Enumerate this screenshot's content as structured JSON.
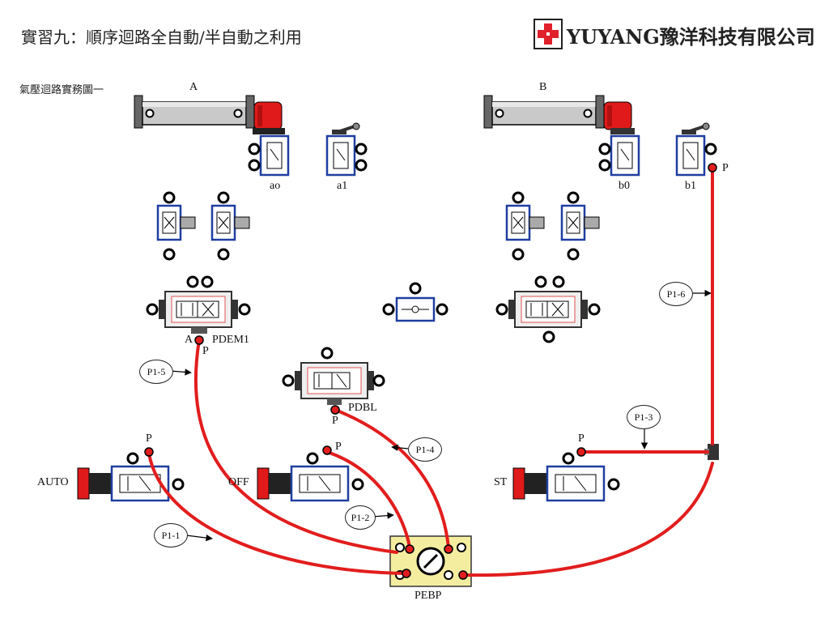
{
  "header": {
    "title": "實習九：順序迴路全自動/半自動之利用",
    "subtitle": "氣壓迴路實務圖一",
    "brand": "YUYANG豫洋科技有限公司",
    "brand_color": "#e0202a",
    "logo_icon": "red-cross-logo-icon"
  },
  "cylinders": {
    "a": "A",
    "b": "B"
  },
  "limit_valves": {
    "a0": "ao",
    "a1": "a1",
    "b0": "b0",
    "b1": "b1"
  },
  "valves": {
    "pdem1": "PDEM1",
    "pdbl": "PDBL",
    "pebp": "PEBP",
    "pdem1_port_a": "A"
  },
  "buttons": {
    "auto": "AUTO",
    "off": "OFF",
    "st": "ST"
  },
  "ports": {
    "p": "P"
  },
  "tubes": {
    "p1_1": "P1-1",
    "p1_2": "P1-2",
    "p1_3": "P1-3",
    "p1_4": "P1-4",
    "p1_5": "P1-5",
    "p1_6": "P1-6"
  },
  "colors": {
    "tube": "#e21d1d",
    "valve_border": "#1f3fa0",
    "cylinder_body": "#c9c9c9",
    "cylinder_cap": "#e01a1a",
    "manifold": "#f4eda0"
  }
}
